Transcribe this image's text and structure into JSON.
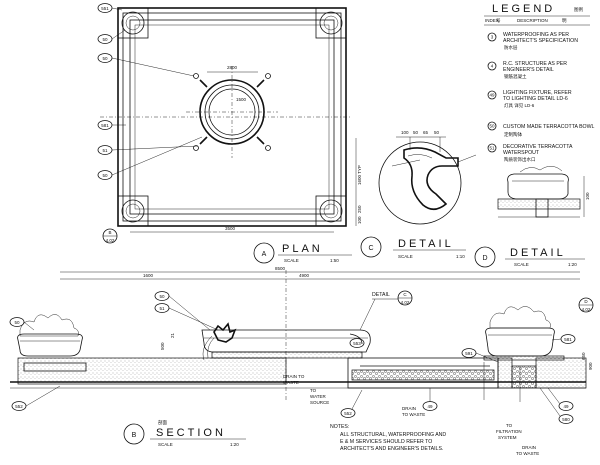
{
  "legend": {
    "title": "LEGEND",
    "title_cn": "图例",
    "col_index": "INDEX",
    "col_index_cn": "号",
    "col_description": "DESCRIPTION",
    "col_description_cn": "明",
    "items": [
      {
        "tag": "3",
        "text": [
          "WATERPROOFING AS PER",
          "ARCHITECT'S SPECIFICATION"
        ],
        "cn": "防水层"
      },
      {
        "tag": "4",
        "text": [
          "R.C. STRUCTURE AS PER",
          "ENGINEER'S DETAIL"
        ],
        "cn": "钢筋混凝土"
      },
      {
        "tag": "49",
        "text": [
          "LIGHTING FIXTURE, REFER",
          "TO LIGHTING DETAIL LD-6"
        ],
        "cn": "灯具  详见 LD-6"
      },
      {
        "tag": "50",
        "text": [
          "CUSTOM MADE TERRACOTTA BOWL"
        ],
        "cn": "定制陶钵"
      },
      {
        "tag": "51",
        "text": [
          "DECORATIVE TERRACOTTA",
          "WATERSPOUT"
        ],
        "cn": "陶质装饰出水口"
      }
    ]
  },
  "plan": {
    "letter": "A",
    "title": "PLAN",
    "scale_label": "SCALE",
    "scale": "1:50",
    "callouts": [
      "551",
      "50",
      "50",
      "581",
      "51",
      "50"
    ],
    "section_ref": {
      "letter": "B",
      "sheet": "4.02"
    },
    "dims": {
      "top": "2800",
      "dia": "1500",
      "bottom": "3500",
      "right1": "1600 TYP",
      "right2": "250",
      "right3": "100"
    }
  },
  "detail_c": {
    "letter": "C",
    "title": "DETAIL",
    "scale_label": "SCALE",
    "scale": "1:10",
    "dims": [
      "100",
      "50",
      "65",
      "50"
    ]
  },
  "detail_d": {
    "letter": "D",
    "title": "DETAIL",
    "scale_label": "SCALE",
    "scale": "1:20"
  },
  "section": {
    "letter": "B",
    "title": "SECTION",
    "title_cn": "剖面",
    "scale_label": "SCALE",
    "scale": "1:20",
    "detail_refs": [
      {
        "label": "DETAIL",
        "letter": "C",
        "sheet": "4.02"
      },
      {
        "letter": "D",
        "sheet": "4.02"
      }
    ],
    "dims": {
      "overall": "8500",
      "left": "1600",
      "mid": "4900",
      "tag21": "21",
      "tag900": "900",
      "tag650": "650",
      "tag500": "500"
    },
    "callouts": [
      "50",
      "51",
      "50",
      "552",
      "553",
      "552",
      "591",
      "49",
      "581",
      "580",
      "49"
    ],
    "labels": {
      "drain1": [
        "DRAIN TO",
        "WASTE"
      ],
      "water": [
        "TO",
        "WATER",
        "SOURCE"
      ],
      "drain2": [
        "DRAIN",
        "TO WASTE"
      ],
      "filtration": [
        "TO",
        "FILTRATION",
        "SYSTEM"
      ],
      "drain3": [
        "DRAIN",
        "TO WASTE"
      ]
    },
    "notes_title": "NOTES:",
    "notes": [
      "ALL STRUCTURAL, WATERPROOFING AND",
      "E & M SERVICES SHOULD REFER TO",
      "ARCHITECT'S AND ENGINEER'S DETAILS."
    ]
  }
}
